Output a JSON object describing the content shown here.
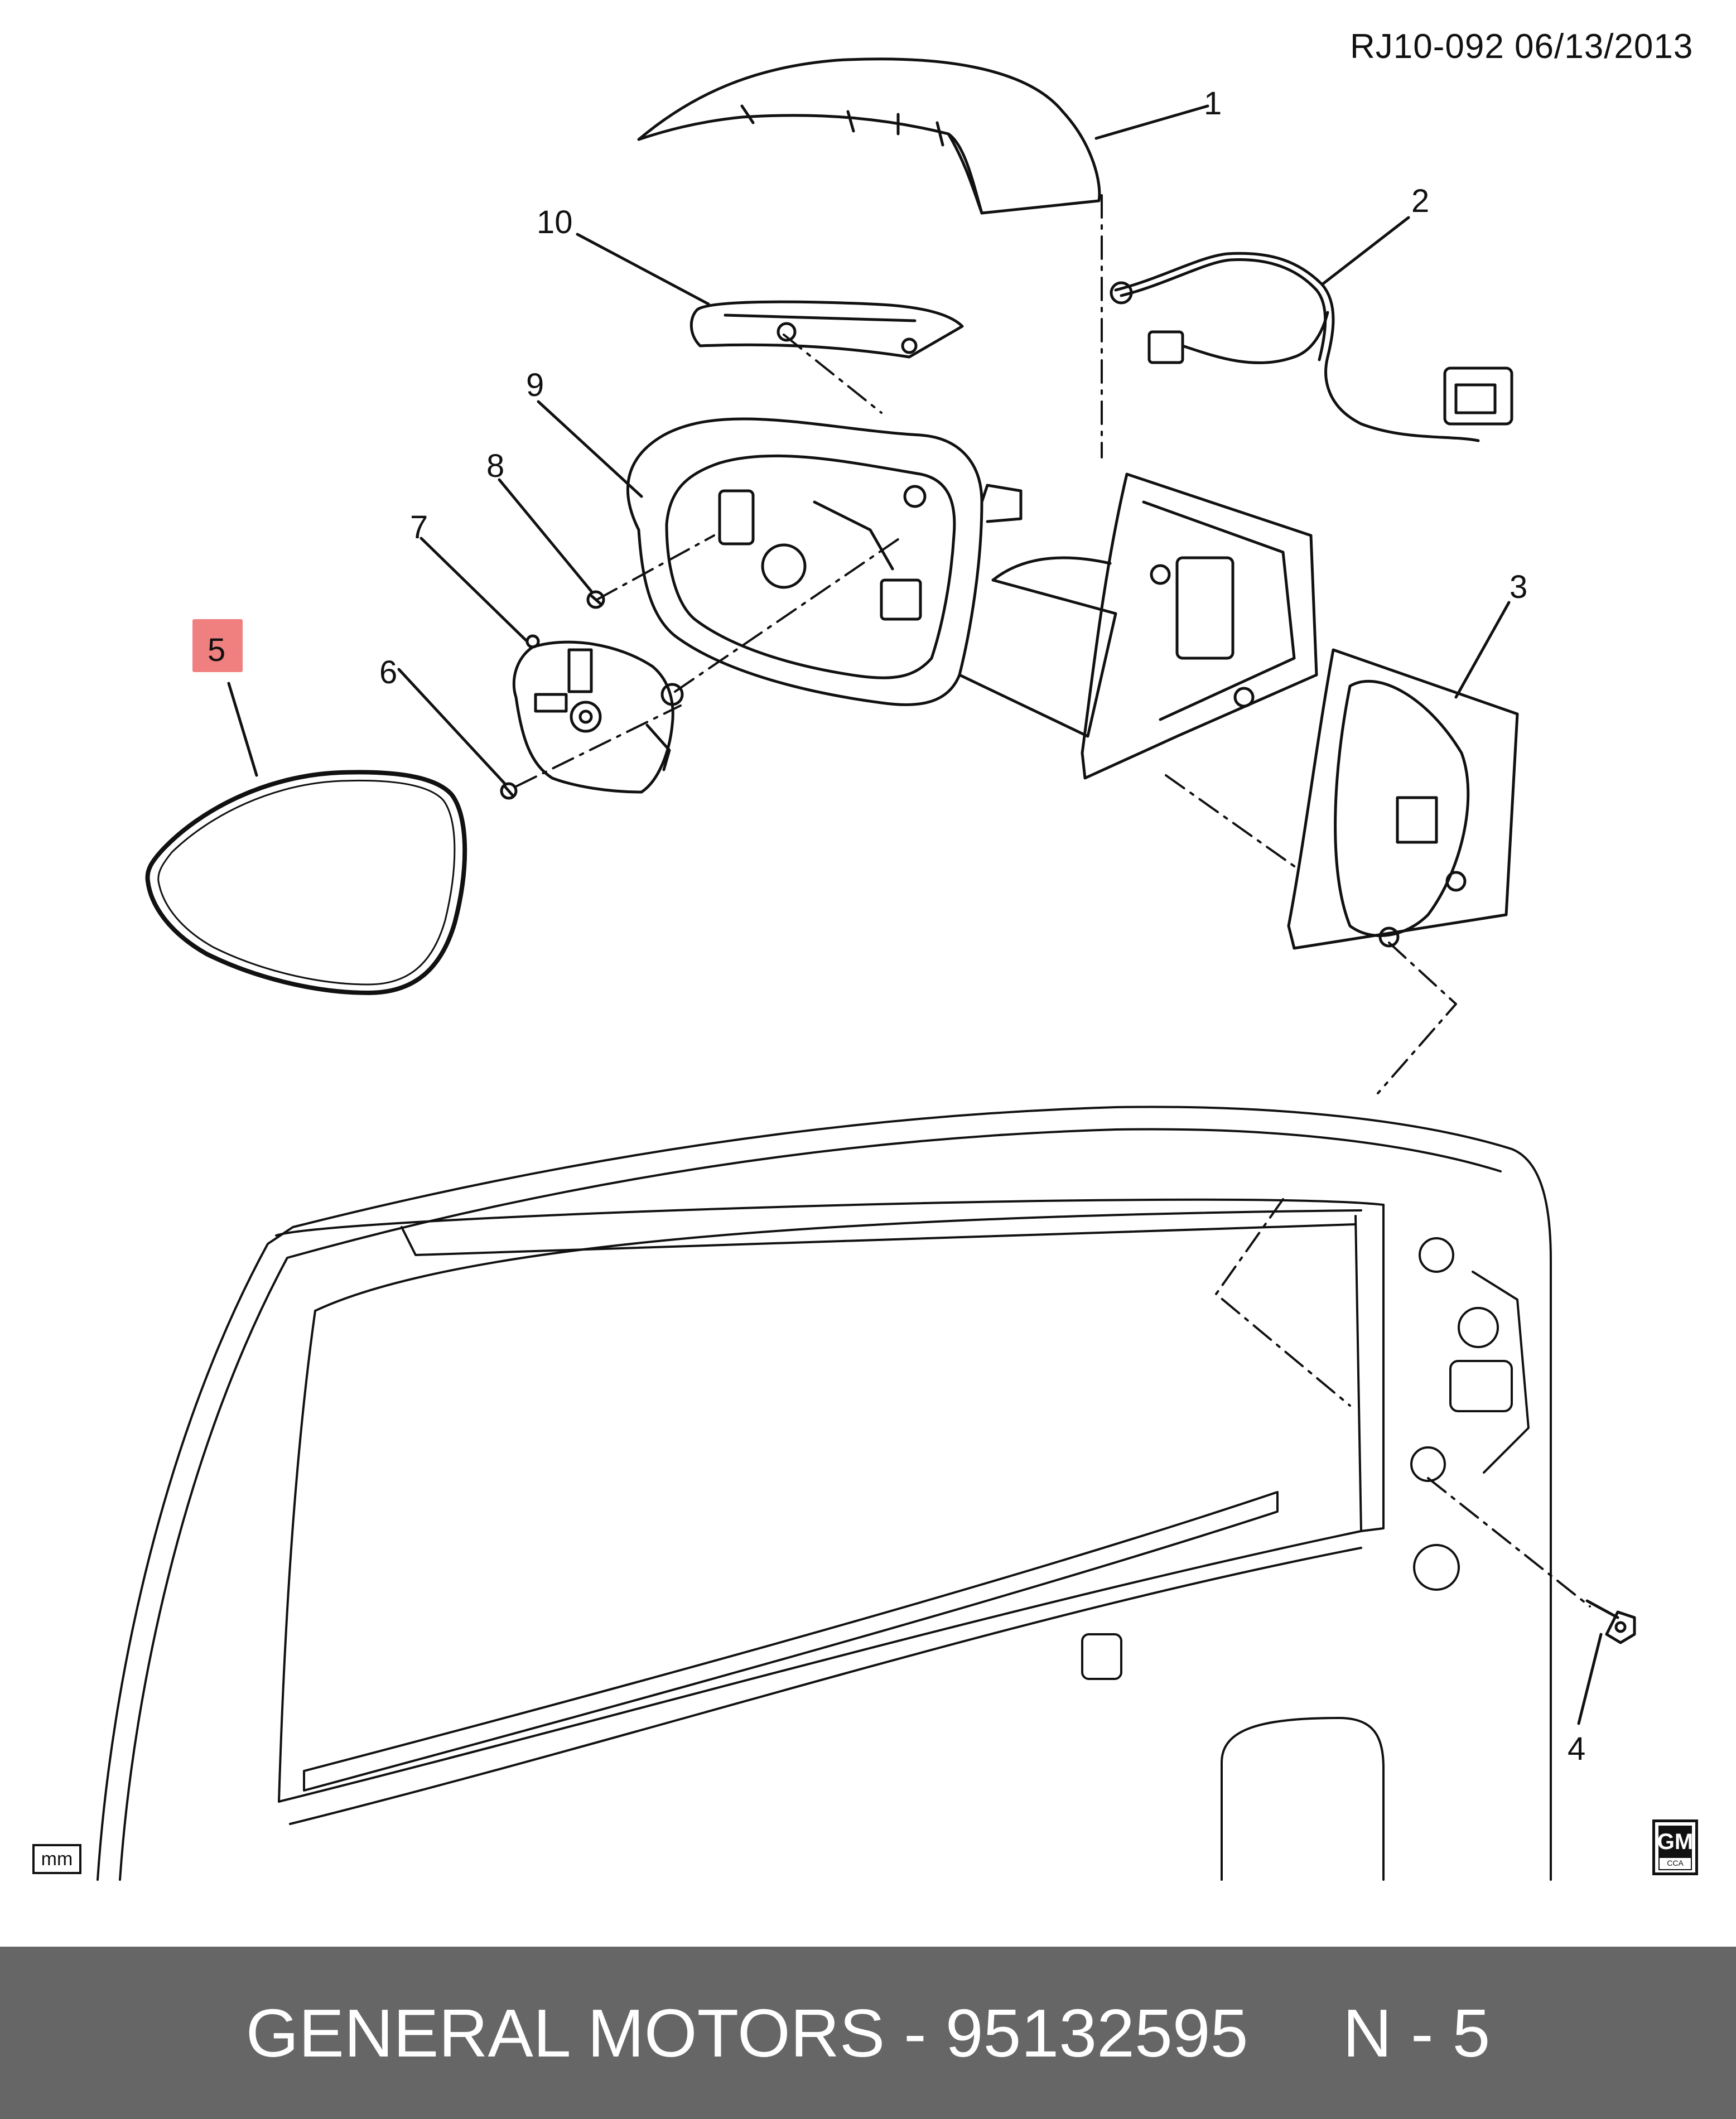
{
  "header": {
    "ref_code": "RJ10-092  06/13/2013"
  },
  "callouts": [
    {
      "label": "1"
    },
    {
      "label": "2"
    },
    {
      "label": "3"
    },
    {
      "label": "4"
    },
    {
      "label": "5",
      "highlighted": true
    },
    {
      "label": "6"
    },
    {
      "label": "7"
    },
    {
      "label": "8"
    },
    {
      "label": "9"
    },
    {
      "label": "10"
    }
  ],
  "highlight_color": "#f08080",
  "units": {
    "label": "mm"
  },
  "logo": {
    "main": "GM",
    "sub": "CCA"
  },
  "footer": {
    "text": "GENERAL MOTORS - 95132595     N - 5",
    "background": "#666666"
  }
}
